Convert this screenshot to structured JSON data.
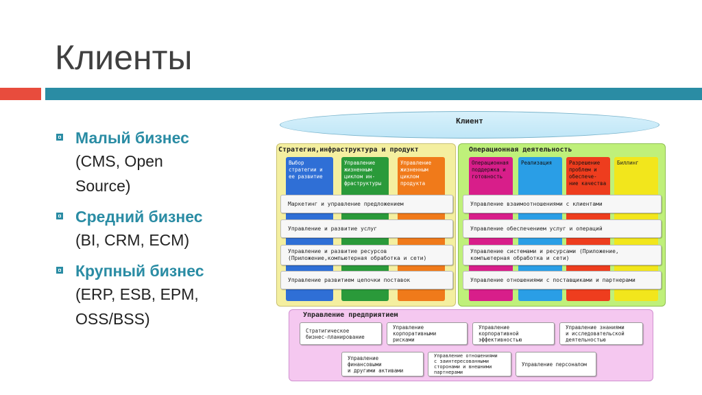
{
  "slide": {
    "title": "Клиенты"
  },
  "bullets": [
    {
      "head": "Малый бизнес",
      "sub1": "(CMS, Open",
      "sub2": "Source)"
    },
    {
      "head": "Средний бизнес",
      "sub1": "(BI, CRM, ECM)",
      "sub2": ""
    },
    {
      "head": "Крупный бизнес",
      "sub1": "(ERP, ESB, EPM,",
      "sub2": "OSS/BSS)"
    }
  ],
  "diagram": {
    "client": "Клиент",
    "strategy": {
      "title": "Стратегия,инфраструктура и продукт",
      "columns": [
        {
          "label": "Выбор стратегии и ее развитие",
          "color": "#2f6fd6"
        },
        {
          "label": "Управление жизненным циклом ин- фраструктуры",
          "color": "#2a9a3a"
        },
        {
          "label": "Управление жизненным циклом продукта",
          "color": "#f07a1a"
        }
      ]
    },
    "operations": {
      "title": "Операционная деятельность",
      "columns": [
        {
          "label": "Операционная поддержка и готовность",
          "color": "#d81e8a"
        },
        {
          "label": "Реализация",
          "color": "#2a9ee6"
        },
        {
          "label": "Разрешение проблем и обеспече- ние качества",
          "color": "#ee3d1e"
        },
        {
          "label": "Биллинг",
          "color": "#f2e61c"
        }
      ]
    },
    "rows_left": [
      "Маркетинг и управление предложением",
      "Управление и развитие услуг",
      "Управление и развитие ресурсов (Приложение,компьютерная обработка и сети)",
      "Управление развитием цепочки поставок"
    ],
    "rows_right": [
      "Управление взаимоотношениями с клиентами",
      "Управление обеспечением услуг и операций",
      "Управление системами и ресурсами (Приложение, компьютерная обработка и сети)",
      "Управление отношениями с поставщиками и партнерами"
    ],
    "enterprise": {
      "title": "Управление предприятием",
      "boxes_row1": [
        "Стратигическое\nбизнес-планирование",
        "Управление\nкорпоративными\nрисками",
        "Управление\nкорпоративной\nэффективностью",
        "Управление знаниями\nи исследовательской\nдеятельностью"
      ],
      "boxes_row2": [
        "Управление\nфинансовыми\nи другими активами",
        "Управление отношениями\nс заинтересованными\nсторонами и внешними\nпартнерами",
        "Управление персоналом"
      ]
    }
  },
  "colors": {
    "accent": "#2a8ca4",
    "accent_red": "#e84c3d"
  }
}
